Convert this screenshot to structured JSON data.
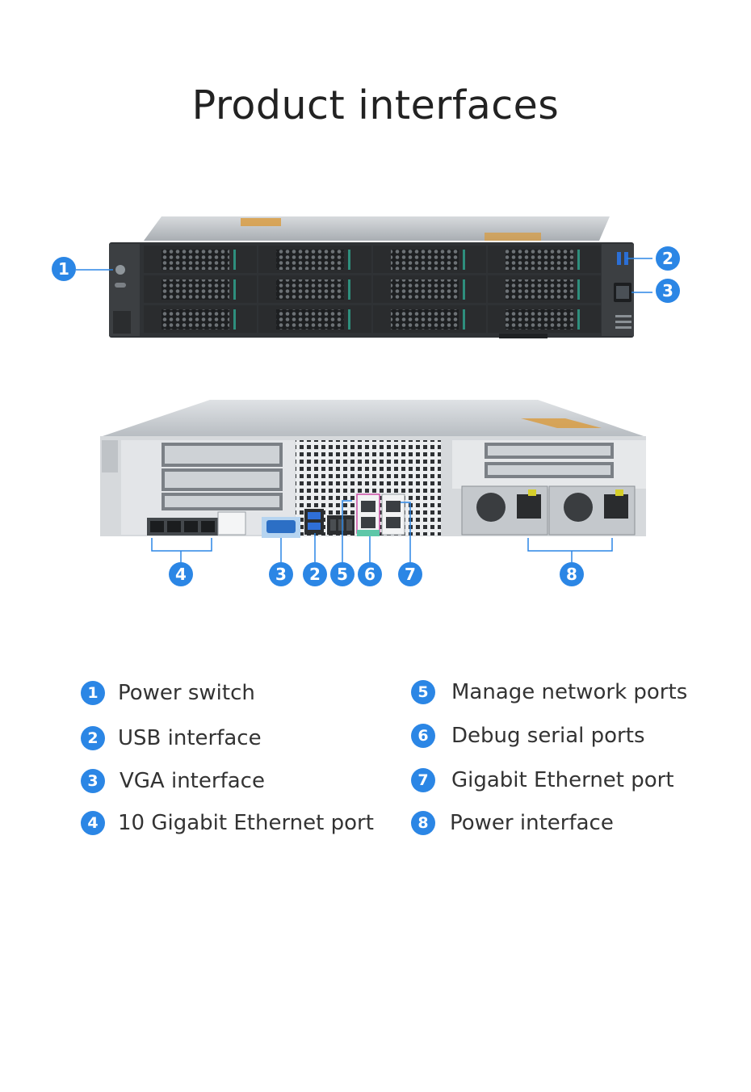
{
  "title": "Product interfaces",
  "front_callouts": [
    "1",
    "2",
    "3"
  ],
  "rear_callouts": [
    "4",
    "3",
    "2",
    "5",
    "6",
    "7",
    "8"
  ],
  "legend": [
    {
      "num": "1",
      "label": "Power switch"
    },
    {
      "num": "2",
      "label": "USB interface"
    },
    {
      "num": "3",
      "label": "VGA interface"
    },
    {
      "num": "4",
      "label": "10 Gigabit Ethernet port"
    },
    {
      "num": "5",
      "label": "Manage network ports"
    },
    {
      "num": "6",
      "label": "Debug serial ports"
    },
    {
      "num": "7",
      "label": "Gigabit Ethernet port"
    },
    {
      "num": "8",
      "label": "Power interface"
    }
  ],
  "colors": {
    "accent": "#2b86e5",
    "chassis": "#3a3d40",
    "panel": "#c9ccd0"
  }
}
